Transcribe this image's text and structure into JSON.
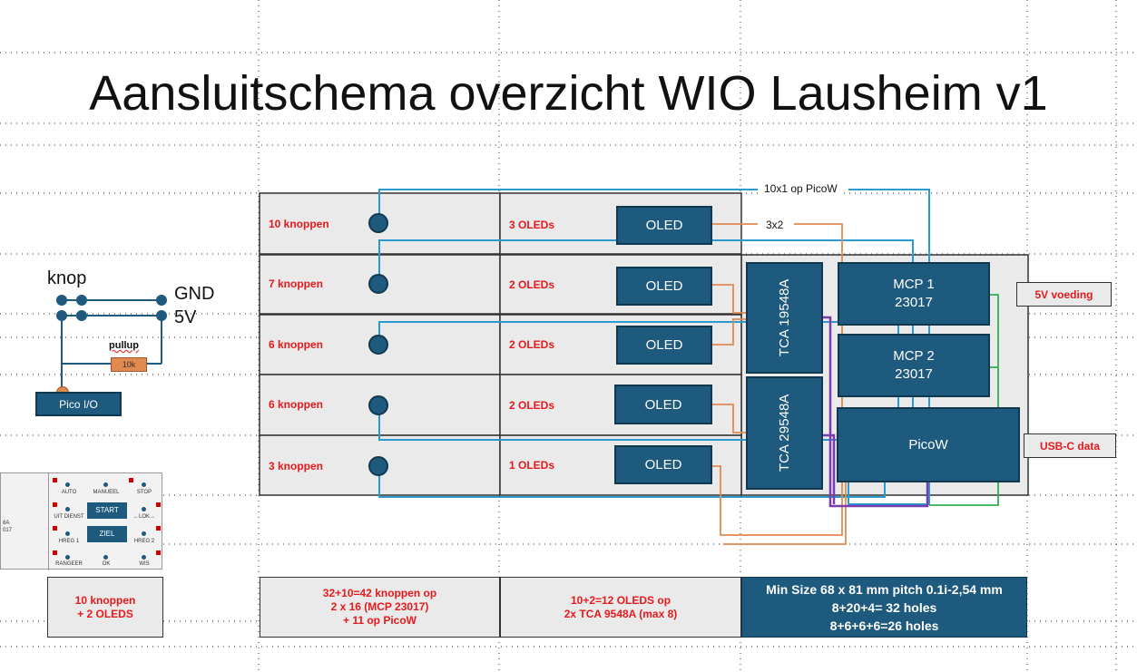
{
  "title": "Aansluitschema overzicht WIO Lausheim v1",
  "colors": {
    "chip": "#1e5a7d",
    "panel": "#eaeaea",
    "red_text": "#e8191c",
    "wire_blue": "#2a9bd0",
    "wire_orange": "#e08a50",
    "wire_purple": "#7a3db0",
    "wire_green": "#30b050"
  },
  "wiring": {
    "pico_note": "10x1 op PicoW",
    "oled_note": "3x2"
  },
  "rows": [
    {
      "buttons": "10 knoppen",
      "oleds": "3 OLEDs",
      "oled_label": "OLED"
    },
    {
      "buttons": "7 knoppen",
      "oleds": "2 OLEDs",
      "oled_label": "OLED"
    },
    {
      "buttons": "6 knoppen",
      "oleds": "2 OLEDs",
      "oled_label": "OLED"
    },
    {
      "buttons": "6 knoppen",
      "oleds": "2 OLEDs",
      "oled_label": "OLED"
    },
    {
      "buttons": "3 knoppen",
      "oleds": "1 OLEDs",
      "oled_label": "OLED"
    }
  ],
  "chips": {
    "tca1": {
      "line1": "TCA 1",
      "line2": "9548A"
    },
    "tca2": {
      "line1": "TCA 2",
      "line2": "9548A"
    },
    "mcp1": {
      "line1": "MCP 1",
      "line2": "23017"
    },
    "mcp2": {
      "line1": "MCP 2",
      "line2": "23017"
    },
    "picow": "PicoW"
  },
  "power_label": "5V voeding",
  "usb_label": "USB-C data",
  "knop_diagram": {
    "knop": "knop",
    "gnd": "GND",
    "v5": "5V",
    "pullup": "pullup",
    "resistor": "10k",
    "pico_io": "Pico I/O"
  },
  "panel": {
    "side_text_1": "8A",
    "side_text_2": "017",
    "buttons": [
      "AUTO",
      "MANUEEL",
      "STOP",
      "UIT DIENST",
      "START",
      "←LOK→",
      "ZIEL",
      "HREG 1",
      "HREG 2",
      "RANGEER",
      "OK",
      "WIS"
    ]
  },
  "summary_left": {
    "line1": "10 knoppen",
    "line2": "+ 2 OLEDS"
  },
  "summary_buttons": {
    "line1": "32+10=42 knoppen op",
    "line2": "2 x 16 (MCP 23017)",
    "line3": "+ 11 op PicoW"
  },
  "summary_oleds": {
    "line1": "10+2=12 OLEDS op",
    "line2": "2x TCA 9548A (max 8)"
  },
  "summary_size": {
    "line1": "Min Size  68 x 81 mm pitch 0.1i-2,54 mm",
    "line2": "8+20+4= 32 holes",
    "line3": "8+6+6+6=26 holes"
  }
}
